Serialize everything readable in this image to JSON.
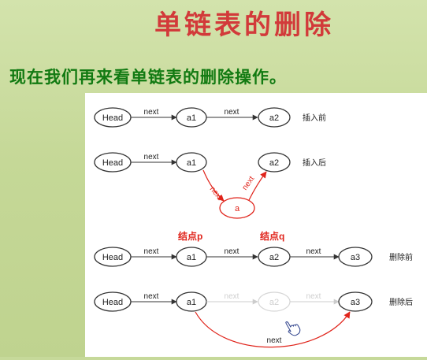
{
  "title": "单链表的删除",
  "subtitle": "现在我们再来看单链表的删除操作。",
  "diagram": {
    "nodes": {
      "head": "Head",
      "a1": "a1",
      "a2": "a2",
      "a3": "a3",
      "a": "a"
    },
    "edge_label": "next",
    "captions": {
      "before_insert": "插入前",
      "after_insert": "插入后",
      "before_delete": "删除前",
      "after_delete": "删除后"
    },
    "markers": {
      "node_p": "结点p",
      "node_q": "结点q"
    }
  },
  "colors": {
    "title": "#d23a3a",
    "subtitle": "#127a12",
    "highlight": "#e0241b",
    "faded": "#cccccc"
  }
}
